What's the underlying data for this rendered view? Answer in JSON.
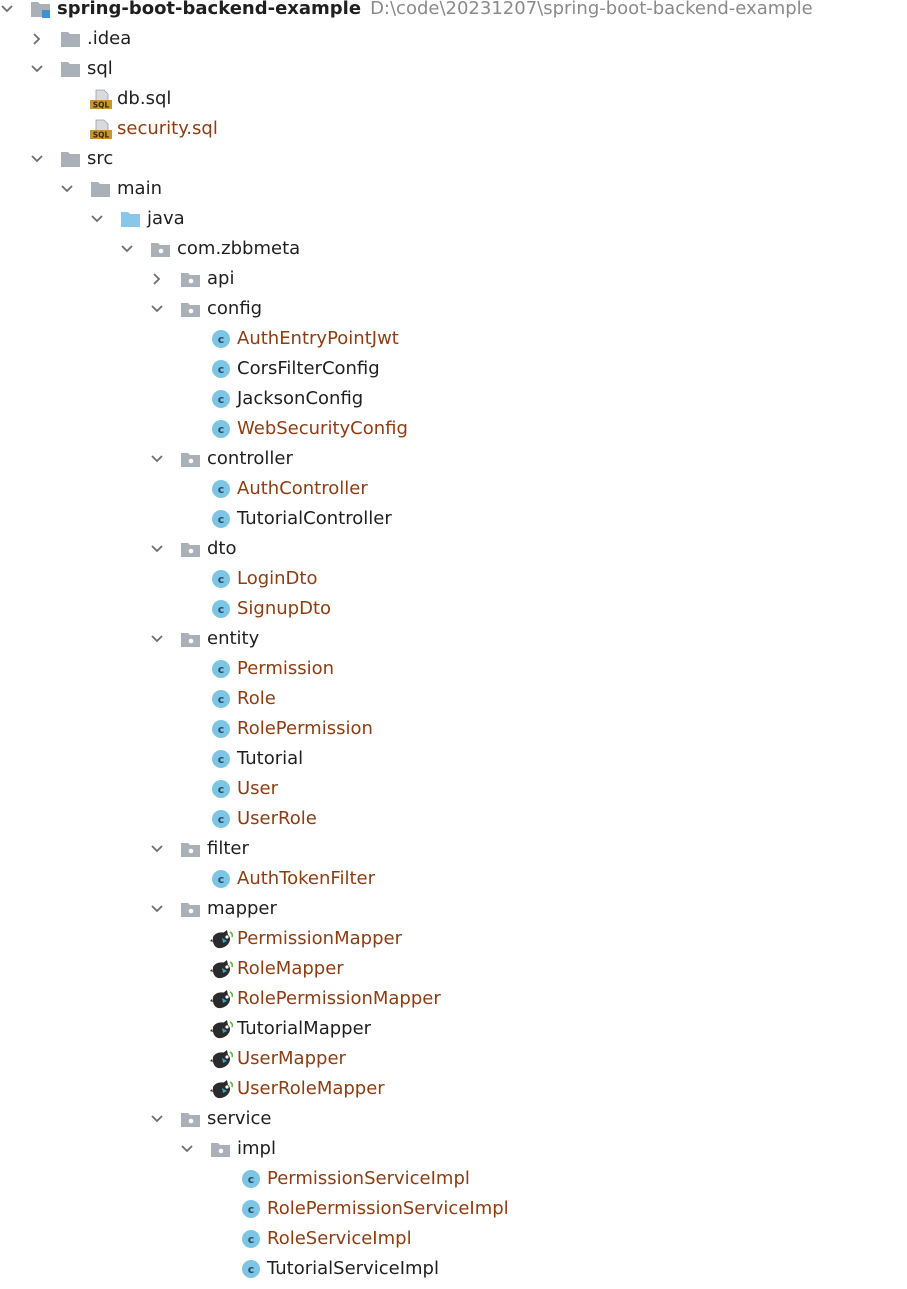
{
  "project_tree": {
    "root_path": "D:\\code\\20231207\\spring-boot-backend-example",
    "nodes": [
      {
        "label": "spring-boot-backend-example",
        "icon": "module-folder-icon",
        "expanded": true,
        "depth": 0,
        "modified": false,
        "root": true
      },
      {
        "label": ".idea",
        "icon": "folder-icon",
        "expanded": false,
        "depth": 1,
        "modified": false
      },
      {
        "label": "sql",
        "icon": "folder-icon",
        "expanded": true,
        "depth": 1,
        "modified": false
      },
      {
        "label": "db.sql",
        "icon": "sql-file-icon",
        "depth": 2,
        "modified": false
      },
      {
        "label": "security.sql",
        "icon": "sql-file-icon",
        "depth": 2,
        "modified": true
      },
      {
        "label": "src",
        "icon": "folder-icon",
        "expanded": true,
        "depth": 1,
        "modified": false
      },
      {
        "label": "main",
        "icon": "folder-icon",
        "expanded": true,
        "depth": 2,
        "modified": false
      },
      {
        "label": "java",
        "icon": "source-folder-icon",
        "expanded": true,
        "depth": 3,
        "modified": false
      },
      {
        "label": "com.zbbmeta",
        "icon": "package-icon",
        "expanded": true,
        "depth": 4,
        "modified": false
      },
      {
        "label": "api",
        "icon": "package-icon",
        "expanded": false,
        "depth": 5,
        "modified": false
      },
      {
        "label": "config",
        "icon": "package-icon",
        "expanded": true,
        "depth": 5,
        "modified": false
      },
      {
        "label": "AuthEntryPointJwt",
        "icon": "java-class-icon",
        "depth": 6,
        "modified": true
      },
      {
        "label": "CorsFilterConfig",
        "icon": "java-class-icon",
        "depth": 6,
        "modified": false
      },
      {
        "label": "JacksonConfig",
        "icon": "java-class-icon",
        "depth": 6,
        "modified": false
      },
      {
        "label": "WebSecurityConfig",
        "icon": "java-class-icon",
        "depth": 6,
        "modified": true
      },
      {
        "label": "controller",
        "icon": "package-icon",
        "expanded": true,
        "depth": 5,
        "modified": false
      },
      {
        "label": "AuthController",
        "icon": "java-class-icon",
        "depth": 6,
        "modified": true
      },
      {
        "label": "TutorialController",
        "icon": "java-class-icon",
        "depth": 6,
        "modified": false
      },
      {
        "label": "dto",
        "icon": "package-icon",
        "expanded": true,
        "depth": 5,
        "modified": false
      },
      {
        "label": "LoginDto",
        "icon": "java-class-icon",
        "depth": 6,
        "modified": true
      },
      {
        "label": "SignupDto",
        "icon": "java-class-icon",
        "depth": 6,
        "modified": true
      },
      {
        "label": "entity",
        "icon": "package-icon",
        "expanded": true,
        "depth": 5,
        "modified": false
      },
      {
        "label": "Permission",
        "icon": "java-class-icon",
        "depth": 6,
        "modified": true
      },
      {
        "label": "Role",
        "icon": "java-class-icon",
        "depth": 6,
        "modified": true
      },
      {
        "label": "RolePermission",
        "icon": "java-class-icon",
        "depth": 6,
        "modified": true
      },
      {
        "label": "Tutorial",
        "icon": "java-class-icon",
        "depth": 6,
        "modified": false
      },
      {
        "label": "User",
        "icon": "java-class-icon",
        "depth": 6,
        "modified": true
      },
      {
        "label": "UserRole",
        "icon": "java-class-icon",
        "depth": 6,
        "modified": true
      },
      {
        "label": "filter",
        "icon": "package-icon",
        "expanded": true,
        "depth": 5,
        "modified": false
      },
      {
        "label": "AuthTokenFilter",
        "icon": "java-class-icon",
        "depth": 6,
        "modified": true
      },
      {
        "label": "mapper",
        "icon": "package-icon",
        "expanded": true,
        "depth": 5,
        "modified": false
      },
      {
        "label": "PermissionMapper",
        "icon": "mybatis-mapper-icon",
        "depth": 6,
        "modified": true
      },
      {
        "label": "RoleMapper",
        "icon": "mybatis-mapper-icon",
        "depth": 6,
        "modified": true
      },
      {
        "label": "RolePermissionMapper",
        "icon": "mybatis-mapper-icon",
        "depth": 6,
        "modified": true
      },
      {
        "label": "TutorialMapper",
        "icon": "mybatis-mapper-icon",
        "depth": 6,
        "modified": false
      },
      {
        "label": "UserMapper",
        "icon": "mybatis-mapper-icon",
        "depth": 6,
        "modified": true
      },
      {
        "label": "UserRoleMapper",
        "icon": "mybatis-mapper-icon",
        "depth": 6,
        "modified": true
      },
      {
        "label": "service",
        "icon": "package-icon",
        "expanded": true,
        "depth": 5,
        "modified": false
      },
      {
        "label": "impl",
        "icon": "package-icon",
        "expanded": true,
        "depth": 6,
        "modified": false
      },
      {
        "label": "PermissionServiceImpl",
        "icon": "java-class-icon",
        "depth": 7,
        "modified": true
      },
      {
        "label": "RolePermissionServiceImpl",
        "icon": "java-class-icon",
        "depth": 7,
        "modified": true
      },
      {
        "label": "RoleServiceImpl",
        "icon": "java-class-icon",
        "depth": 7,
        "modified": true
      },
      {
        "label": "TutorialServiceImpl",
        "icon": "java-class-icon",
        "depth": 7,
        "modified": false
      }
    ]
  },
  "colors": {
    "text": "#1f1f1f",
    "modified_text": "#8c3d12",
    "path_text": "#8a8a8a",
    "folder": "#a9b0b8",
    "source_folder": "#86c7ea",
    "class_badge": "#7dc5e4",
    "sql_badge": "#c8962d",
    "arrow": "#6e6e6e"
  }
}
